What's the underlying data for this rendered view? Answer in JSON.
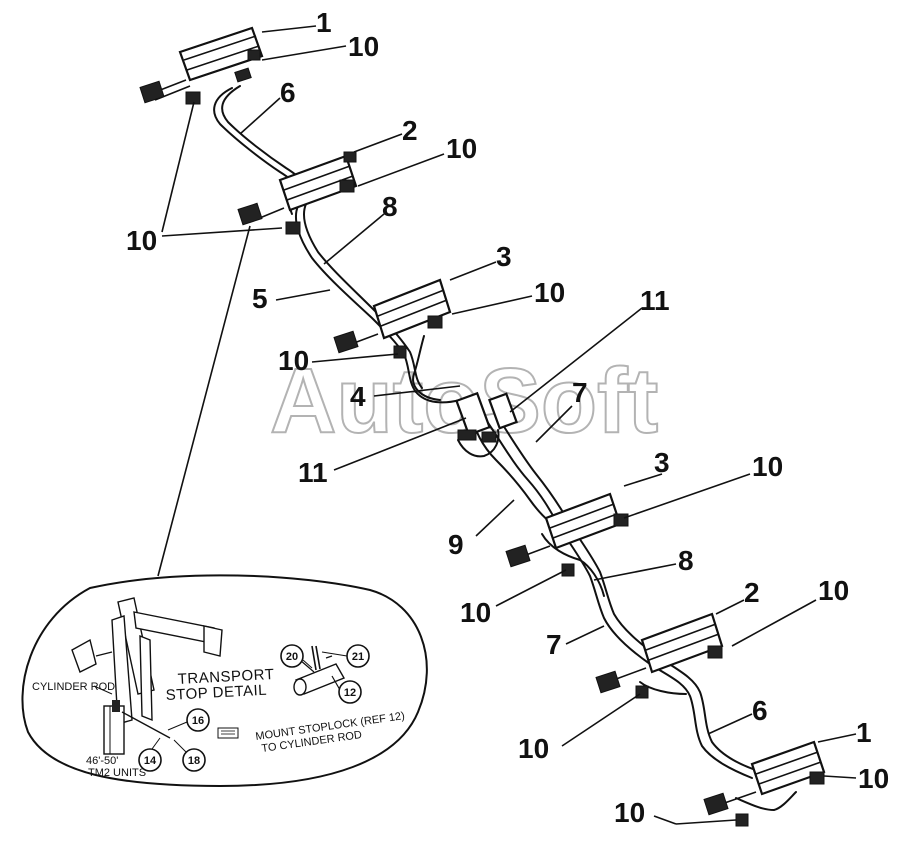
{
  "watermark": "AutoSoft",
  "callouts": [
    {
      "id": "c1a",
      "label": "1"
    },
    {
      "id": "c10a",
      "label": "10"
    },
    {
      "id": "c6a",
      "label": "6"
    },
    {
      "id": "c2a",
      "label": "2"
    },
    {
      "id": "c10b",
      "label": "10"
    },
    {
      "id": "c10c",
      "label": "10"
    },
    {
      "id": "c8a",
      "label": "8"
    },
    {
      "id": "c5a",
      "label": "5"
    },
    {
      "id": "c3a",
      "label": "3"
    },
    {
      "id": "c10d",
      "label": "10"
    },
    {
      "id": "c10e",
      "label": "10"
    },
    {
      "id": "c11a",
      "label": "11"
    },
    {
      "id": "c4a",
      "label": "4"
    },
    {
      "id": "c7a",
      "label": "7"
    },
    {
      "id": "c11b",
      "label": "11"
    },
    {
      "id": "c3b",
      "label": "3"
    },
    {
      "id": "c10f",
      "label": "10"
    },
    {
      "id": "c9a",
      "label": "9"
    },
    {
      "id": "c8b",
      "label": "8"
    },
    {
      "id": "c10g",
      "label": "10"
    },
    {
      "id": "c2b",
      "label": "2"
    },
    {
      "id": "c10h",
      "label": "10"
    },
    {
      "id": "c7b",
      "label": "7"
    },
    {
      "id": "c10i",
      "label": "10"
    },
    {
      "id": "c6b",
      "label": "6"
    },
    {
      "id": "c1b",
      "label": "1"
    },
    {
      "id": "c10j",
      "label": "10"
    },
    {
      "id": "c10k",
      "label": "10"
    }
  ],
  "inset": {
    "title_line1": "TRANSPORT",
    "title_line2": "STOP DETAIL",
    "cylinder_rod_label": "CYLINDER ROD",
    "units_line1": "46'-50'",
    "units_line2": "TM2 UNITS",
    "mount_line1": "MOUNT STOPLOCK (REF 12)",
    "mount_line2": "TO CYLINDER ROD",
    "circles": [
      "20",
      "21",
      "12",
      "16",
      "14",
      "18"
    ]
  }
}
